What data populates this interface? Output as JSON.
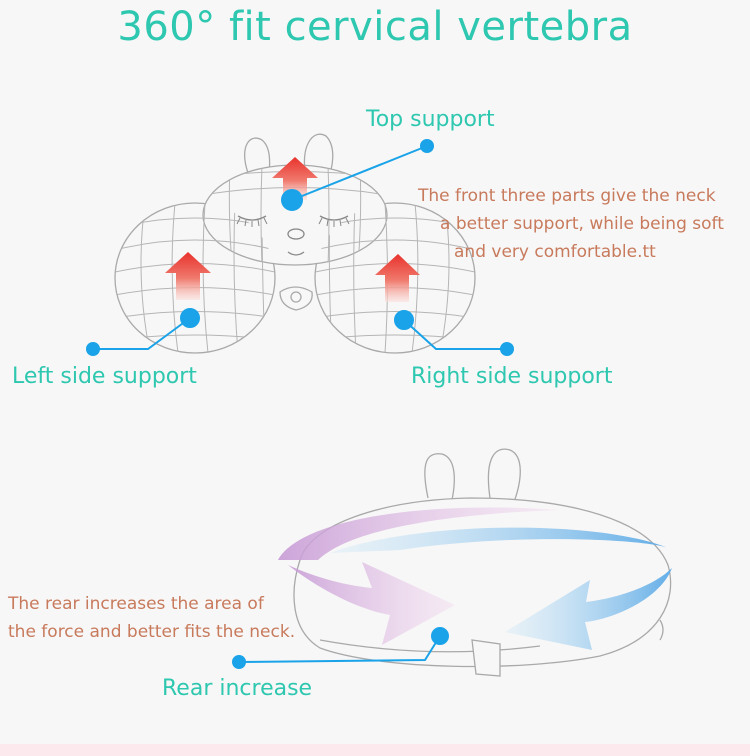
{
  "title": "360° fit cervical vertebra",
  "labels": {
    "top_support": "Top support",
    "left_support": "Left side support",
    "right_support": "Right side support",
    "rear_increase": "Rear increase"
  },
  "notes": {
    "front": [
      "The front three parts give the neck",
      "a better support, while being soft",
      "and very comfortable.tt"
    ],
    "rear": [
      "The rear increases the area of",
      "the force and better fits the neck."
    ]
  },
  "colors": {
    "accent": "#2ec7b0",
    "note_text": "#c87a5c",
    "dot": "#1aa3e8",
    "arrow_red": "#e8322c"
  }
}
